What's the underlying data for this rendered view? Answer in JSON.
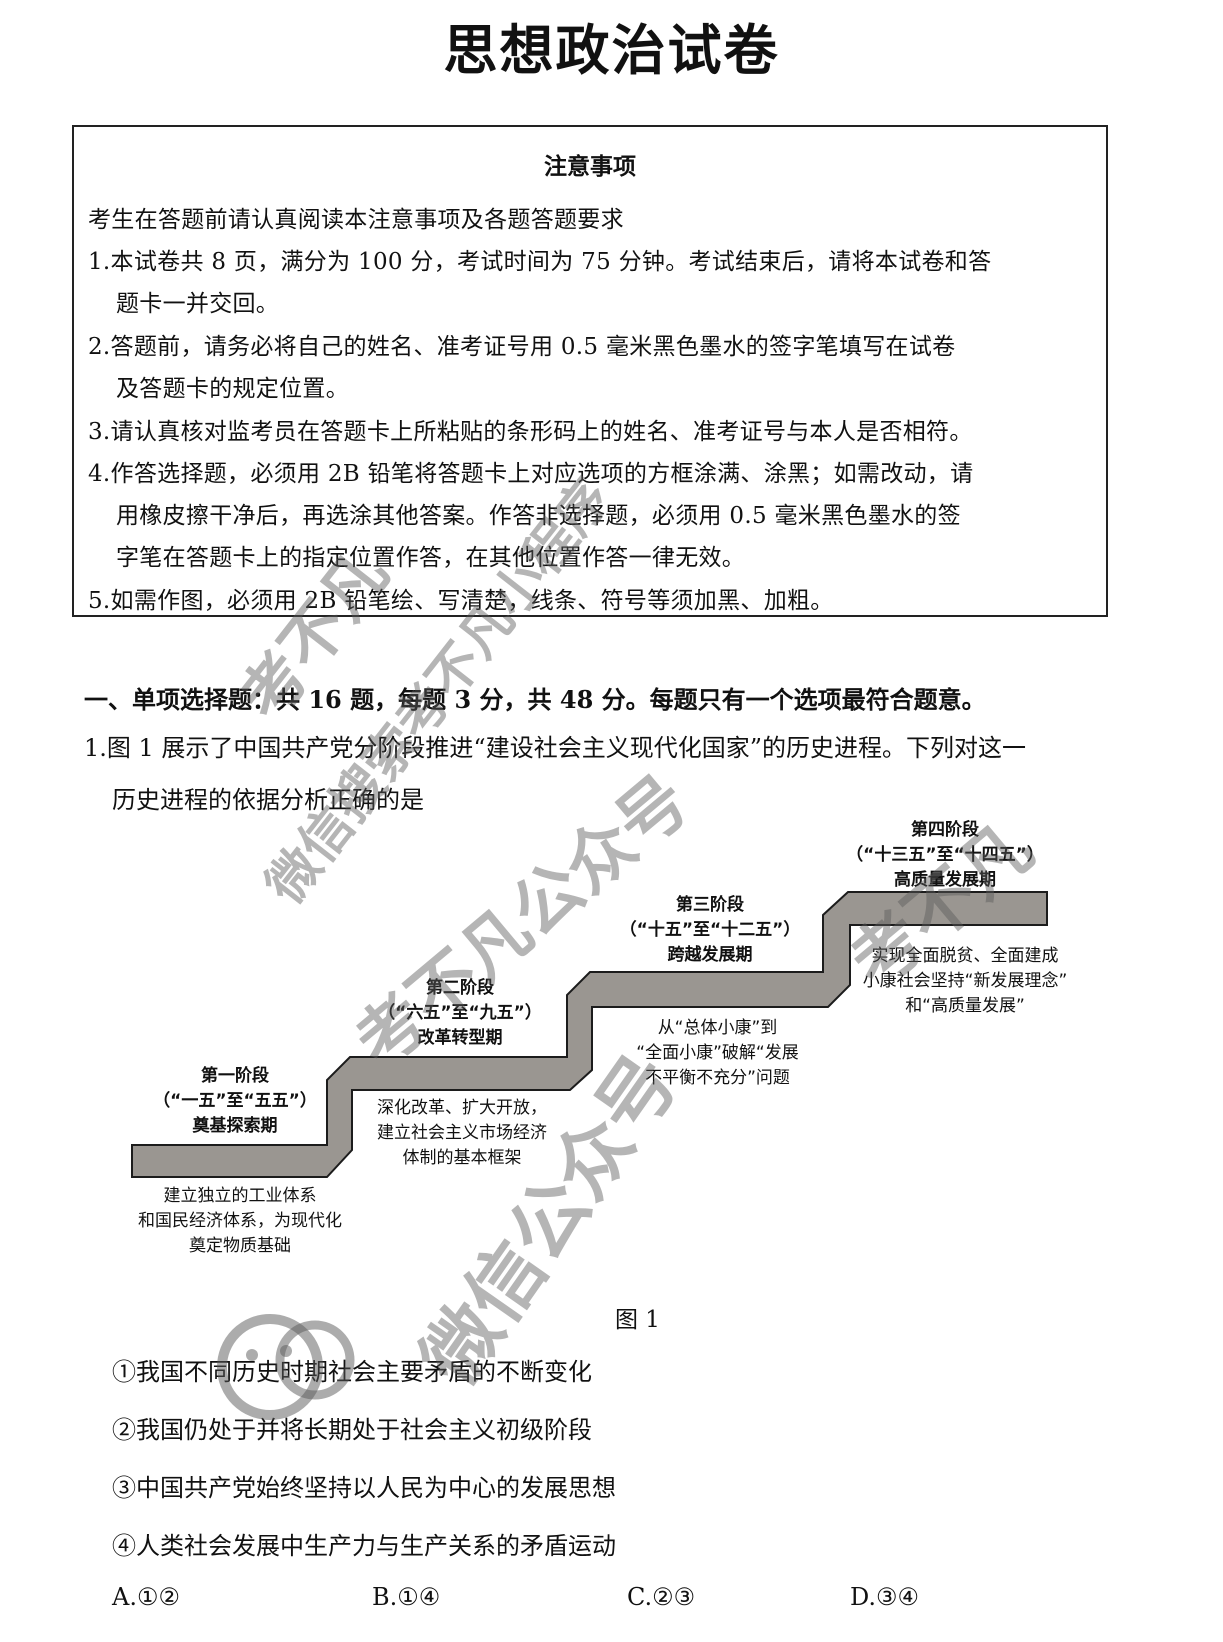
{
  "page": {
    "title": "思想政治试卷"
  },
  "notice": {
    "heading": "注意事项",
    "intro": "考生在答题前请认真阅读本注意事项及各题答题要求",
    "items": [
      {
        "line1": "1.本试卷共 8 页，满分为 100 分，考试时间为 75 分钟。考试结束后，请将本试卷和答",
        "line2": "题卡一并交回。"
      },
      {
        "line1": "2.答题前，请务必将自己的姓名、准考证号用 0.5 毫米黑色墨水的签字笔填写在试卷",
        "line2": "及答题卡的规定位置。"
      },
      {
        "line1": "3.请认真核对监考员在答题卡上所粘贴的条形码上的姓名、准考证号与本人是否相符。"
      },
      {
        "line1": "4.作答选择题，必须用 2B 铅笔将答题卡上对应选项的方框涂满、涂黑；如需改动，请",
        "line2": "用橡皮擦干净后，再选涂其他答案。作答非选择题，必须用 0.5 毫米黑色墨水的签",
        "line3": "字笔在答题卡上的指定位置作答，在其他位置作答一律无效。"
      },
      {
        "line1": "5.如需作图，必须用 2B 铅笔绘、写清楚，线条、符号等须加黑、加粗。"
      }
    ]
  },
  "section1": {
    "heading": "一、单项选择题：共 16 题，每题 3 分，共 48 分。每题只有一个选项最符合题意。"
  },
  "question1": {
    "stem_line1": "1.图 1 展示了中国共产党分阶段推进“建设社会主义现代化国家”的历史进程。下列对这一",
    "stem_line2": "历史进程的依据分析正确的是",
    "figure": {
      "caption": "图 1",
      "band_color": "#9a9691",
      "stages": [
        {
          "name": "第一阶段",
          "period": "（“一五”至“五五”）",
          "label": "奠基探索期",
          "desc": [
            "建立独立的工业体系",
            "和国民经济体系，为现代化",
            "奠定物质基础"
          ]
        },
        {
          "name": "第二阶段",
          "period": "（“六五”至“九五”）",
          "label": "改革转型期",
          "desc": [
            "深化改革、扩大开放，",
            "建立社会主义市场经济",
            "体制的基本框架"
          ]
        },
        {
          "name": "第三阶段",
          "period": "（“十五”至“十二五”）",
          "label": "跨越发展期",
          "desc": [
            "从“总体小康”到",
            "“全面小康”破解“发展",
            "不平衡不充分”问题"
          ]
        },
        {
          "name": "第四阶段",
          "period": "（“十三五”至“十四五”）",
          "label": "高质量发展期",
          "desc": [
            "实现全面脱贫、全面建成",
            "小康社会坚持“新发展理念”",
            "和“高质量发展”"
          ]
        }
      ]
    },
    "statements": [
      "①我国不同历史时期社会主要矛盾的不断变化",
      "②我国仍处于并将长期处于社会主义初级阶段",
      "③中国共产党始终坚持以人民为中心的发展思想",
      "④人类社会发展中生产力与生产关系的矛盾运动"
    ],
    "choices": [
      {
        "letter": "A.",
        "value": "①②"
      },
      {
        "letter": "B.",
        "value": "①④"
      },
      {
        "letter": "C.",
        "value": "②③"
      },
      {
        "letter": "D.",
        "value": "③④"
      }
    ]
  },
  "watermarks": [
    "考不凡",
    "微信搜索考不凡小程序",
    "考不凡公众号",
    "考不凡",
    "微信公众号"
  ]
}
